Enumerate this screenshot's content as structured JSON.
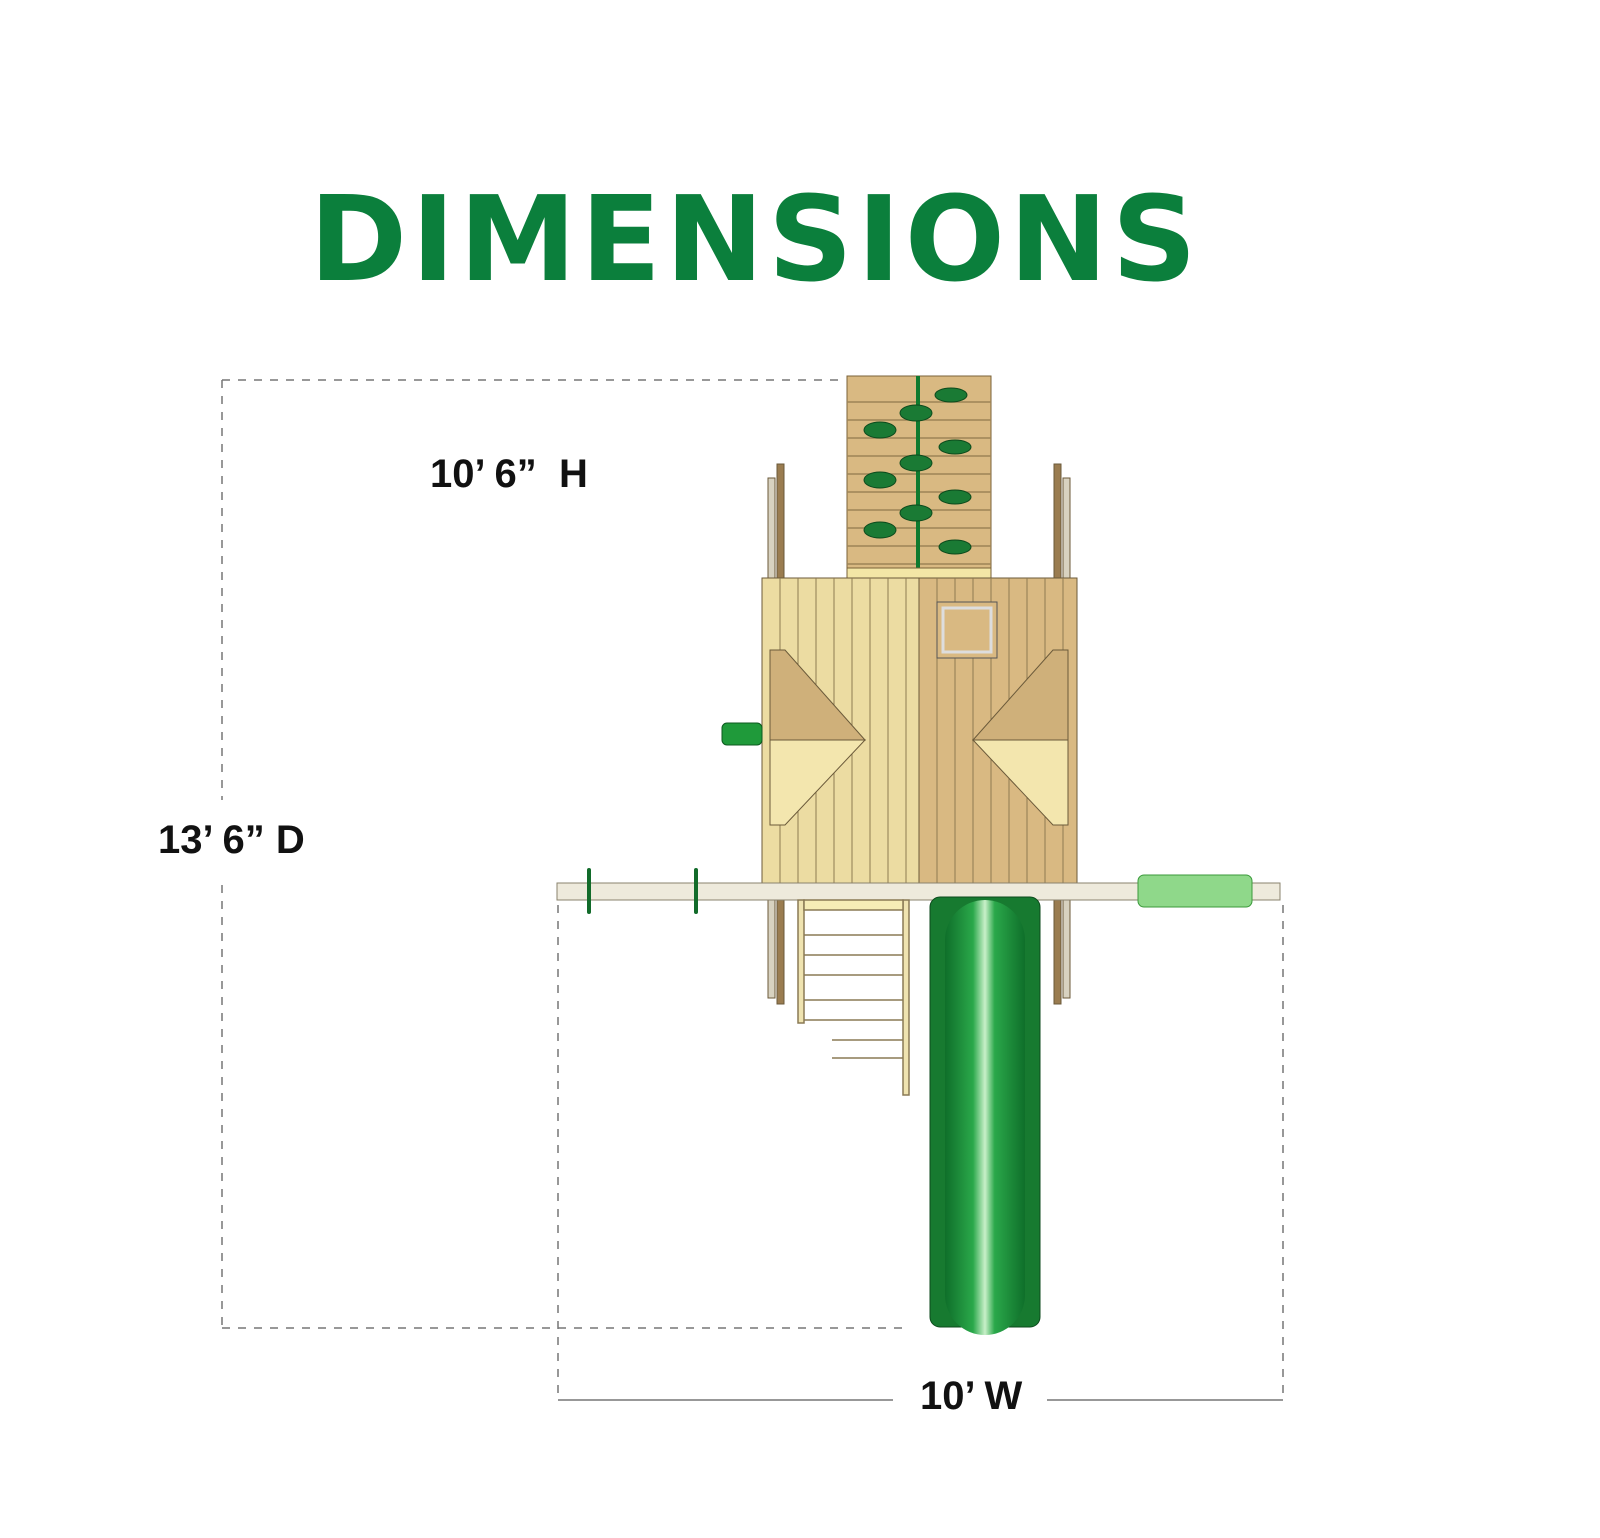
{
  "title": "DIMENSIONS",
  "dimensions": {
    "height_label": "10’ 6”  H",
    "depth_label": "13’ 6” D",
    "width_label": "10’ W"
  },
  "colors": {
    "brand_green": "#0b7f3c",
    "wood_light": "#ecdca2",
    "wood_dark": "#d9b982",
    "slide_green": "#1f9a3a"
  }
}
